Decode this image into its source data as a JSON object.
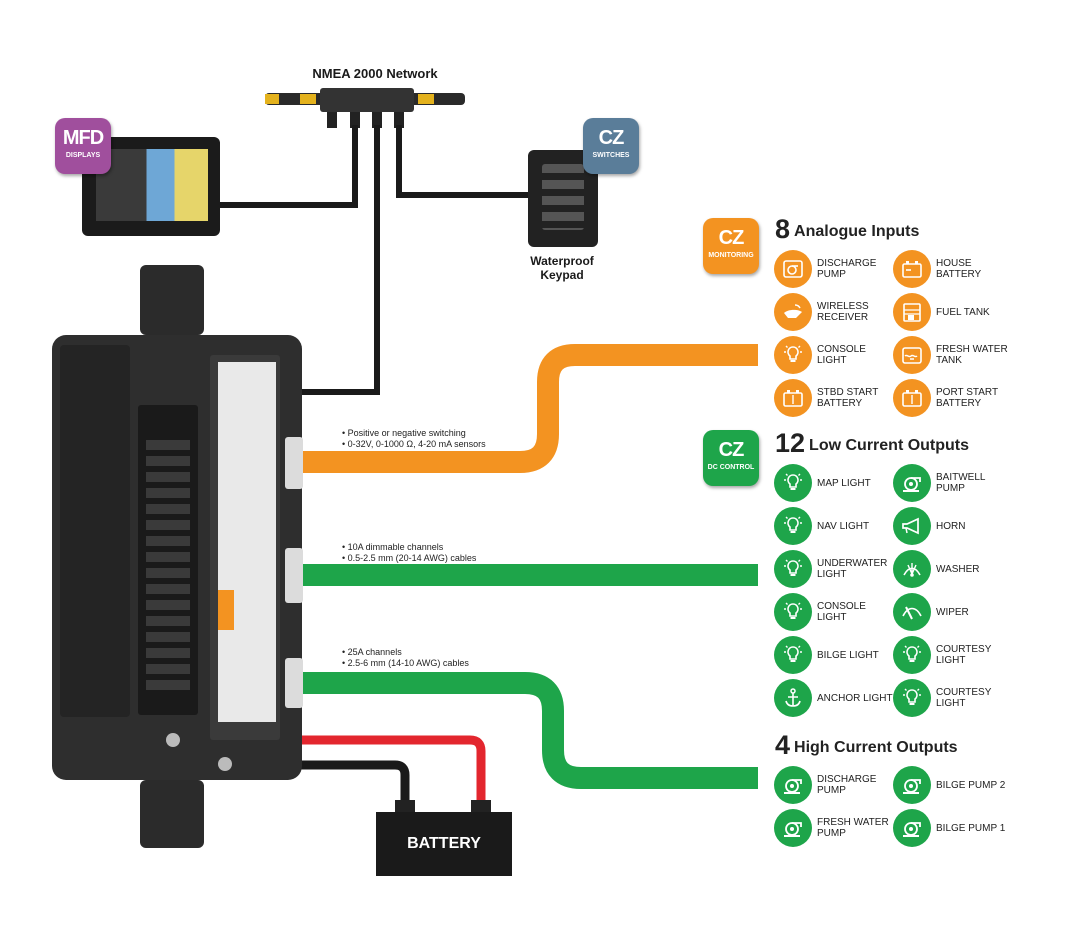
{
  "network": {
    "title": "NMEA 2000 Network"
  },
  "badges": {
    "mfd": {
      "big": "MFD",
      "small": "DISPLAYS"
    },
    "switches": {
      "big": "CZ",
      "small": "SWITCHES"
    },
    "monitoring": {
      "big": "CZ",
      "small": "MONITORING"
    },
    "dc_control": {
      "big": "CZ",
      "small": "DC CONTROL"
    }
  },
  "keypad": {
    "label_line1": "Waterproof",
    "label_line2": "Keypad"
  },
  "notes": {
    "analogue": [
      "• Positive or negative switching",
      "• 0-32V, 0-1000 Ω, 4-20 mA sensors"
    ],
    "low_current": [
      "• 10A dimmable channels",
      "• 0.5-2.5 mm (20-14 AWG) cables"
    ],
    "high_current": [
      "• 25A channels",
      "• 2.5-6 mm (14-10 AWG) cables"
    ]
  },
  "battery": {
    "label": "BATTERY"
  },
  "sections": {
    "analogue": {
      "count": "8",
      "title": "Analogue Inputs",
      "color": "#f39321",
      "items": [
        {
          "label": "DISCHARGE PUMP",
          "icon": "pump-gauge-icon"
        },
        {
          "label": "HOUSE BATTERY",
          "icon": "battery-gauge-icon"
        },
        {
          "label": "WIRELESS RECEIVER",
          "icon": "wireless-receiver-icon"
        },
        {
          "label": "FUEL TANK",
          "icon": "fuel-tank-icon"
        },
        {
          "label": "CONSOLE LIGHT",
          "icon": "light-bulb-icon"
        },
        {
          "label": "FRESH WATER TANK",
          "icon": "water-tank-icon"
        },
        {
          "label": "STBD START BATTERY",
          "icon": "battery-icon"
        },
        {
          "label": "PORT START BATTERY",
          "icon": "battery-icon"
        }
      ]
    },
    "low_current": {
      "count": "12",
      "title": "Low Current Outputs",
      "color": "#1ea54a",
      "items": [
        {
          "label": "MAP LIGHT",
          "icon": "light-bulb-icon"
        },
        {
          "label": "BAITWELL PUMP",
          "icon": "pump-icon"
        },
        {
          "label": "NAV LIGHT",
          "icon": "light-bulb-icon"
        },
        {
          "label": "HORN",
          "icon": "horn-icon"
        },
        {
          "label": "UNDERWATER LIGHT",
          "icon": "light-bulb-icon"
        },
        {
          "label": "WASHER",
          "icon": "washer-icon"
        },
        {
          "label": "CONSOLE LIGHT",
          "icon": "light-bulb-icon"
        },
        {
          "label": "WIPER",
          "icon": "wiper-icon"
        },
        {
          "label": "BILGE LIGHT",
          "icon": "light-bulb-icon"
        },
        {
          "label": "COURTESY LIGHT",
          "icon": "light-bulb-icon"
        },
        {
          "label": "ANCHOR LIGHT",
          "icon": "anchor-light-icon"
        },
        {
          "label": "COURTESY LIGHT",
          "icon": "light-bulb-icon"
        }
      ]
    },
    "high_current": {
      "count": "4",
      "title": "High Current Outputs",
      "color": "#1ea54a",
      "items": [
        {
          "label": "DISCHARGE PUMP",
          "icon": "pump-icon"
        },
        {
          "label": "BILGE PUMP 2",
          "icon": "pump-icon"
        },
        {
          "label": "FRESH WATER PUMP",
          "icon": "pump-icon"
        },
        {
          "label": "BILGE PUMP 1",
          "icon": "pump-icon"
        }
      ]
    }
  },
  "colors": {
    "orange": "#f39321",
    "green": "#1ea54a",
    "red": "#e3262e",
    "cable": "#1a1a1a"
  }
}
